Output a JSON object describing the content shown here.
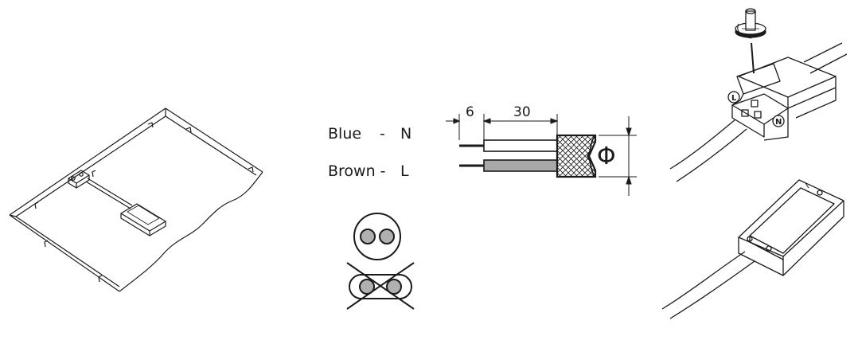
{
  "wiring": {
    "blue_label": "Blue",
    "blue_dash": "-",
    "blue_code": "N",
    "brown_label": "Brown -",
    "brown_code": "L",
    "dim_strip": "6",
    "dim_sheath": "30",
    "phi_symbol": "Φ"
  },
  "terminal": {
    "l_mark": "L",
    "n_mark": "N"
  },
  "colors": {
    "line": "#1a1a1a",
    "brown_wire": "#a8a8a8",
    "conductor": "#b0b0b0"
  }
}
